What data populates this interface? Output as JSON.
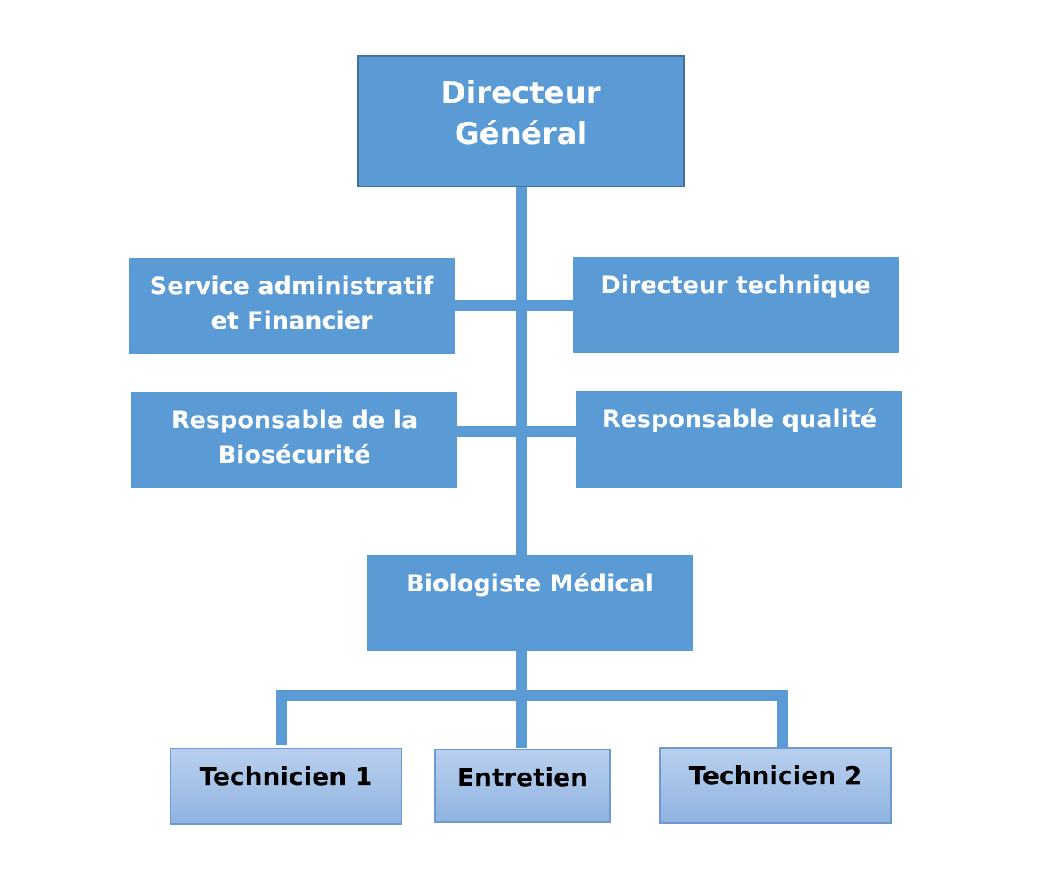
{
  "org_chart": {
    "director_general": "Directeur\nGénéral",
    "service_admin_finance": "Service administratif\net Financier",
    "directeur_technique": "Directeur technique",
    "responsable_biosecurite": "Responsable de la\nBiosécurité",
    "responsable_qualite": "Responsable qualité",
    "biologiste_medical": "Biologiste Médical",
    "technicien_1": "Technicien 1",
    "entretien": "Entretien",
    "technicien_2": "Technicien 2"
  },
  "colors": {
    "box_fill": "#5b9bd5",
    "top_border": "#41719c",
    "leaf_fill_top": "#b9cfee",
    "leaf_fill_bottom": "#8fb3e2",
    "leaf_border": "#6d9bd1",
    "connector": "#5b9bd5"
  }
}
